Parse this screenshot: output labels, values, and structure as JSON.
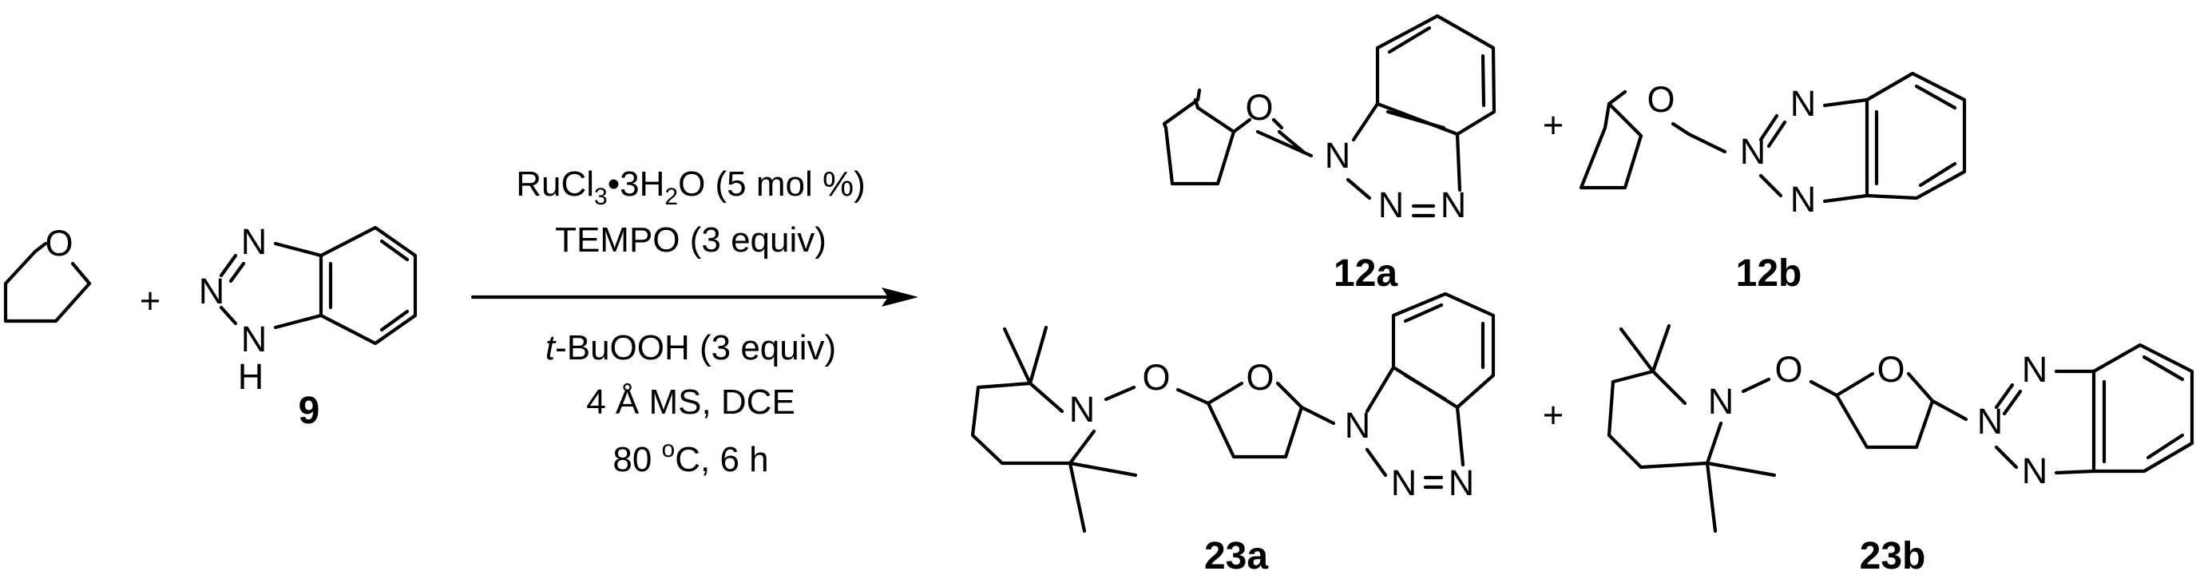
{
  "reactants": {
    "plus": "+",
    "benzotriazole_label": "9",
    "atoms": {
      "oxygen": "O",
      "nitrogen": "N",
      "nh_h": "H"
    }
  },
  "conditions": {
    "catalyst": {
      "main": "RuCl",
      "sub1": "3",
      "bullet": "•3H",
      "sub2": "2",
      "rest": "O (5 mol %)"
    },
    "tempo": "TEMPO (3 equiv)",
    "oxidant": {
      "italic": "t",
      "rest": "-BuOOH (3 equiv)"
    },
    "additives": "4 Å MS, DCE",
    "temperature": {
      "value": "80 ",
      "sup": "o",
      "rest": "C, 6 h"
    }
  },
  "products": {
    "plus": "+",
    "labels": {
      "p12a": "12a",
      "p12b": "12b",
      "p23a": "23a",
      "p23b": "23b"
    }
  }
}
